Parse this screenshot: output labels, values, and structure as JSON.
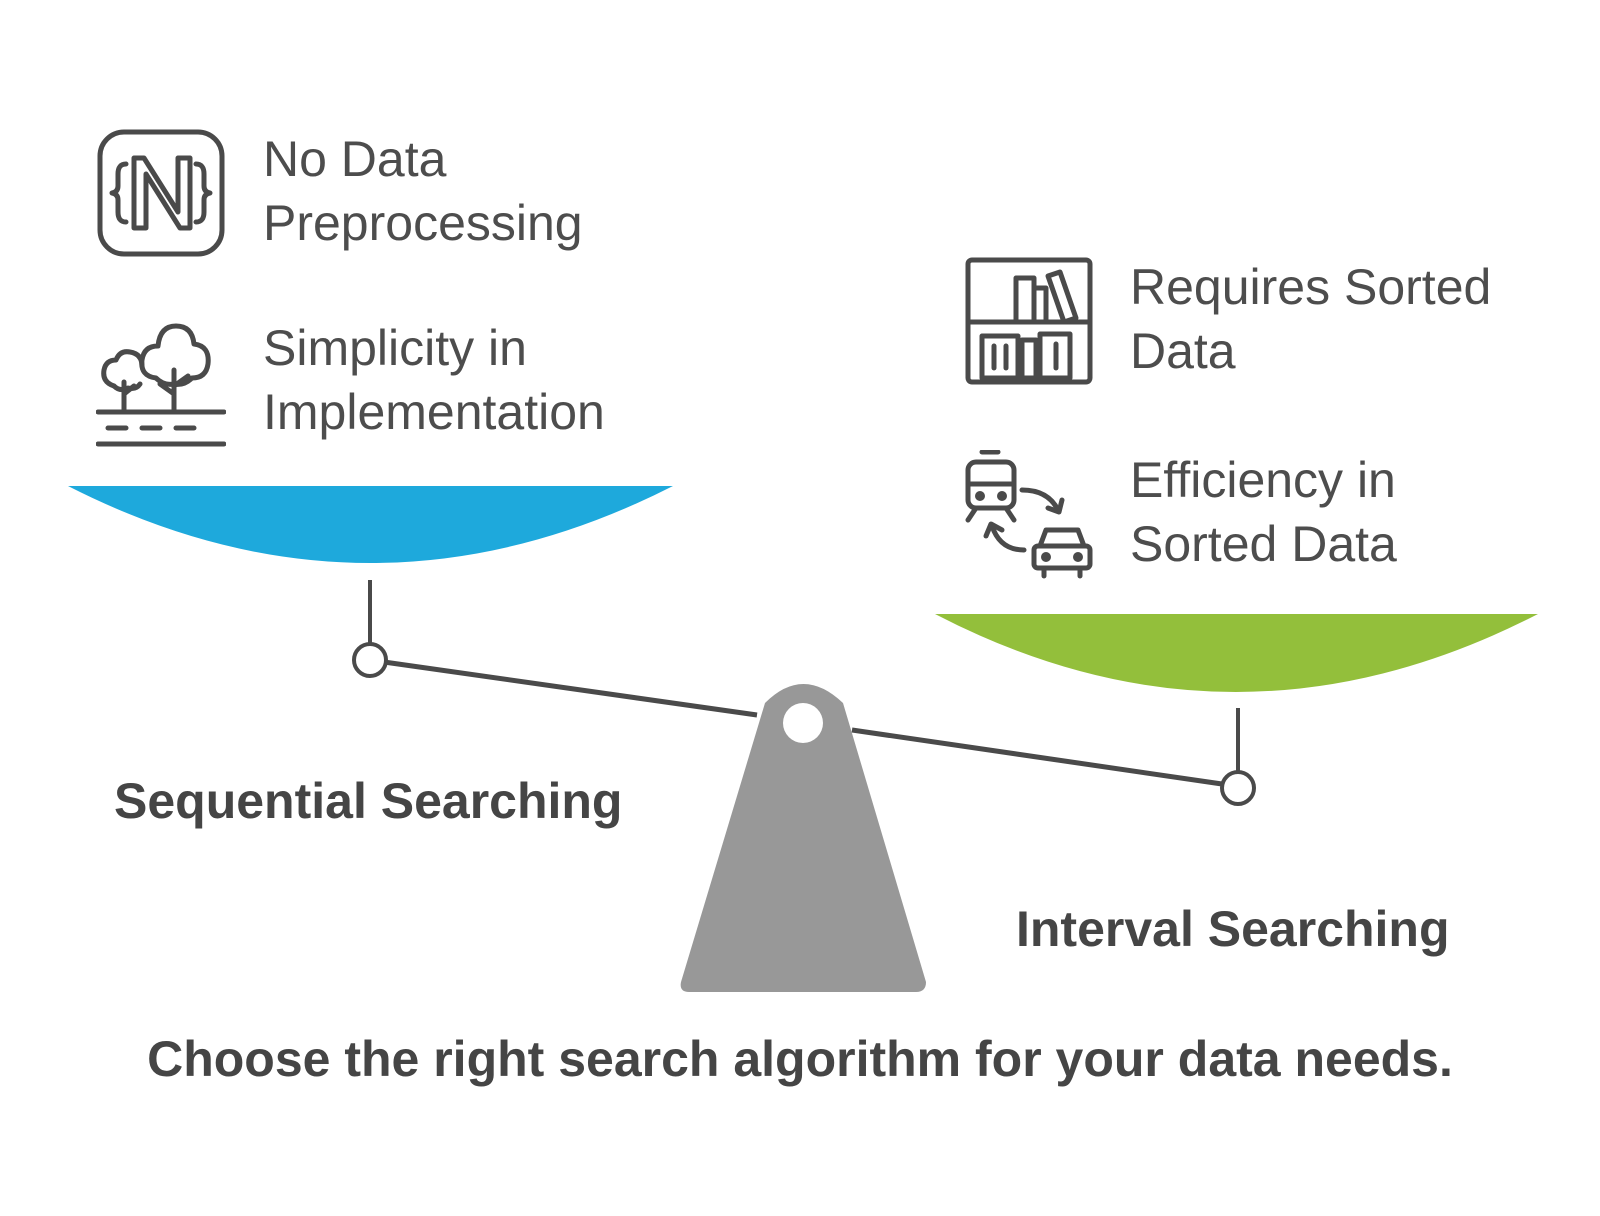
{
  "left": {
    "label": "Sequential Searching",
    "pan_color": "#1ea9dc",
    "features": [
      {
        "icon": "code-n-icon",
        "line1": "No Data",
        "line2": "Preprocessing"
      },
      {
        "icon": "trees-icon",
        "line1": "Simplicity in",
        "line2": "Implementation"
      }
    ]
  },
  "right": {
    "label": "Interval Searching",
    "pan_color": "#93bf3b",
    "features": [
      {
        "icon": "bookshelf-icon",
        "line1": "Requires Sorted",
        "line2": "Data"
      },
      {
        "icon": "train-car-exchange-icon",
        "line1": "Efficiency in",
        "line2": "Sorted Data"
      }
    ]
  },
  "caption": "Choose the right search algorithm for your data needs.",
  "colors": {
    "fulcrum": "#989898",
    "beam": "#4a4a4a",
    "text": "#4d4d4d"
  }
}
